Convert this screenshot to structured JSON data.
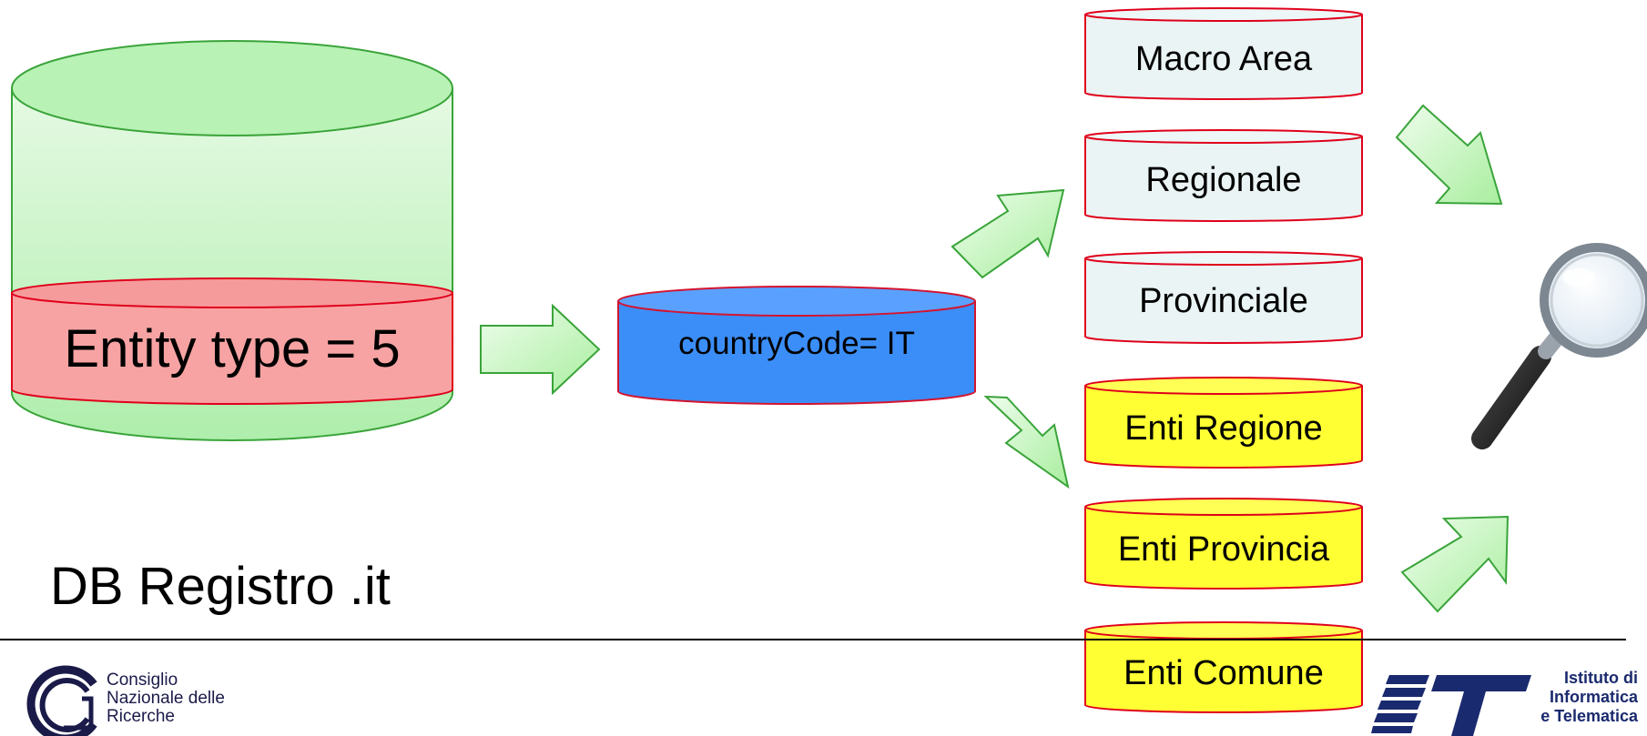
{
  "main_db": {
    "filter_label": "Entity type = 5",
    "caption": "DB Registro .it"
  },
  "country_filter": {
    "label": "countryCode= IT"
  },
  "geo_tables": [
    {
      "label": "Macro Area"
    },
    {
      "label": "Regionale"
    },
    {
      "label": "Provinciale"
    }
  ],
  "entity_tables": [
    {
      "label": "Enti Regione"
    },
    {
      "label": "Enti Provincia"
    },
    {
      "label": "Enti Comune"
    }
  ],
  "logos": {
    "cnr": {
      "line1": "Consiglio",
      "line2": "Nazionale delle",
      "line3": "Ricerche"
    },
    "iit": {
      "line1": "Istituto di",
      "line2": "Informatica",
      "line3": "e Telematica"
    }
  },
  "icons": {
    "search": "magnifying-glass-icon",
    "flow_arrow": "block-arrow-icon"
  },
  "colors": {
    "cylinder_green": "#b4f1b2",
    "filter_band_red": "#f8a3a3",
    "country_blue": "#3b8ef7",
    "geo_fill": "#eaf4f4",
    "entity_yellow": "#ffff33",
    "arrow_green": "#c9f7c5",
    "outline_red": "#e0001b",
    "outline_green": "#3aa43a"
  }
}
